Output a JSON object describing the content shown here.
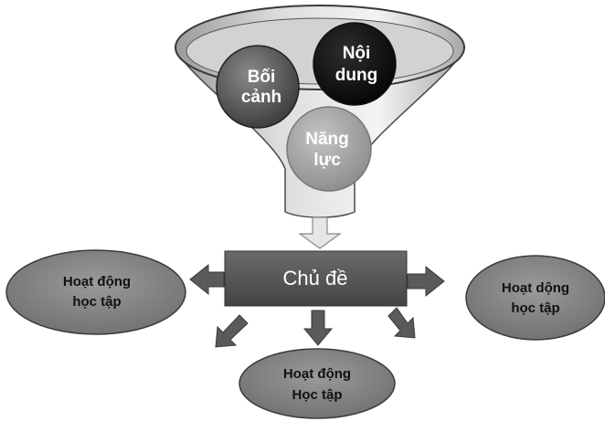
{
  "funnel": {
    "items": [
      {
        "line1": "Bối",
        "line2": "cảnh"
      },
      {
        "line1": "Nội",
        "line2": "dung"
      },
      {
        "line1": "Năng",
        "line2": "lực"
      }
    ]
  },
  "center": {
    "label": "Chủ đề"
  },
  "activities": {
    "left": {
      "line1": "Hoạt động",
      "line2": "học tập"
    },
    "right": {
      "line1": "Hoạt dộng",
      "line2": "học tập"
    },
    "bottom": {
      "line1": "Hoạt động",
      "line2": "Học tập"
    }
  }
}
